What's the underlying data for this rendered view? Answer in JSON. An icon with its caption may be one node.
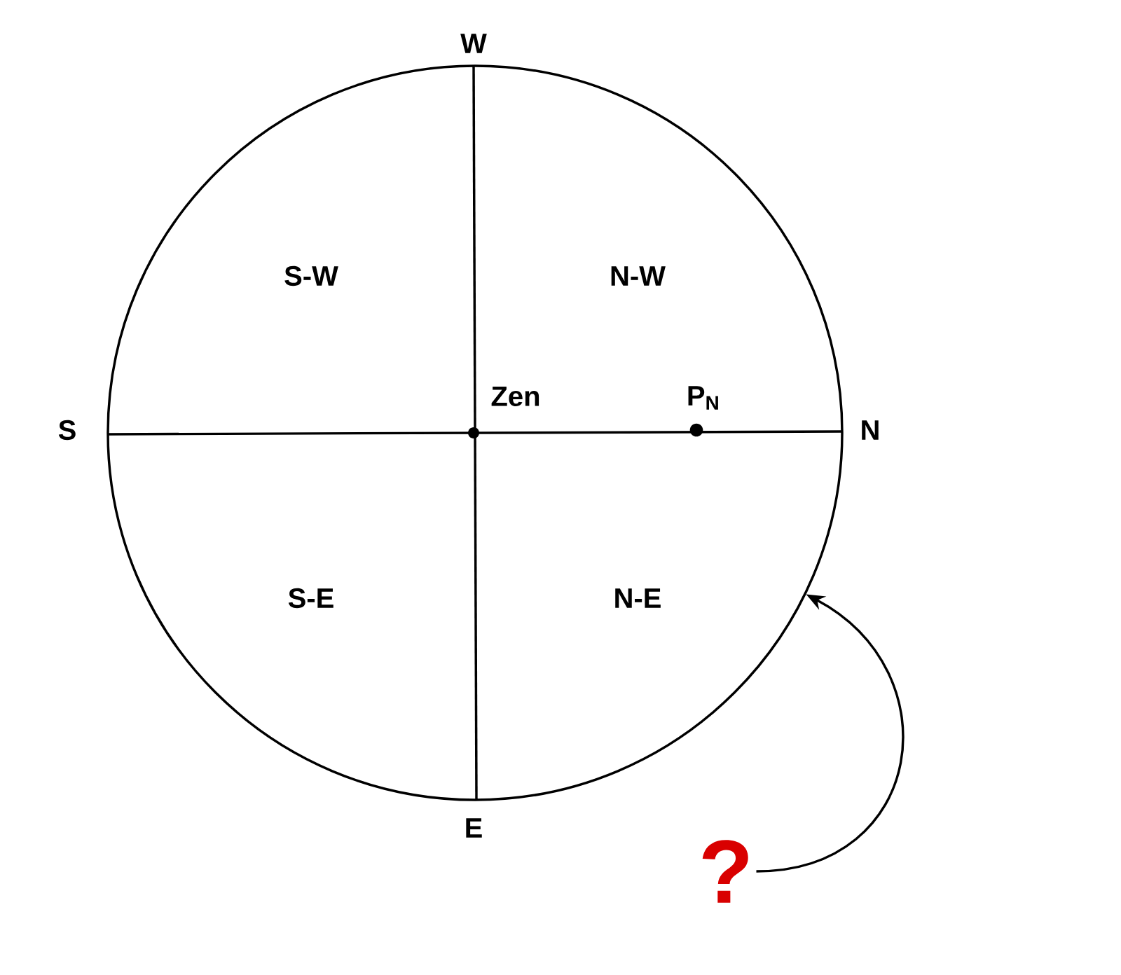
{
  "diagram": {
    "nodes": [
      {
        "text": [],
        "shape": "circle"
      },
      {
        "text": [
          "?"
        ]
      }
    ],
    "edges": [
      {
        "from": 1,
        "to": 0,
        "arrow": "to"
      }
    ],
    "labels": [
      "W",
      "S-W",
      "N-W",
      "S",
      "Zen",
      "P$_{N}$",
      "N",
      "S-E",
      "N-E",
      "E"
    ]
  }
}
